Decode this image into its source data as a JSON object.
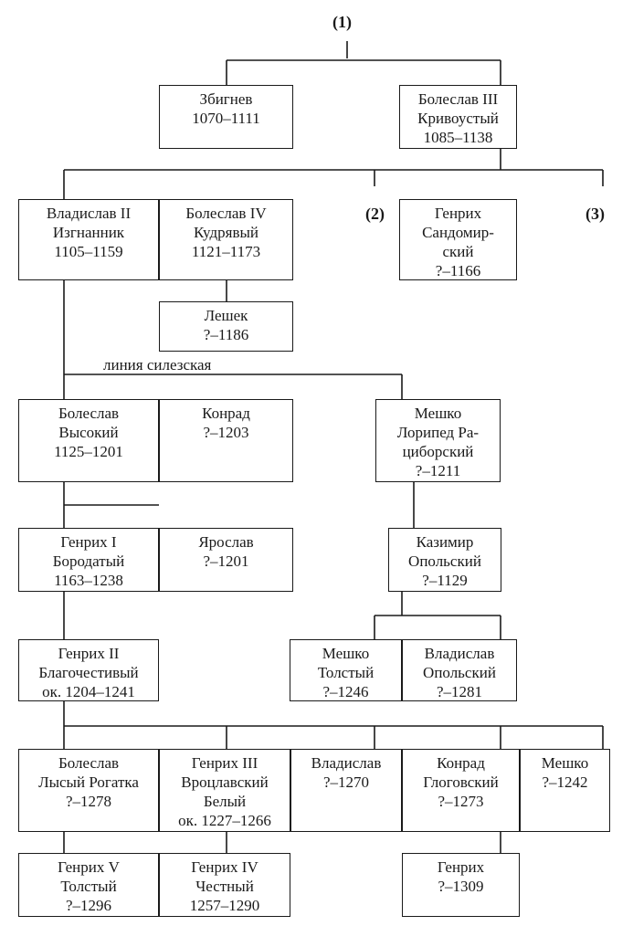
{
  "markers": {
    "m1": "(1)",
    "m2": "(2)",
    "m3": "(3)"
  },
  "line_label": "линия  силезская",
  "nodes": {
    "zbignev": [
      "Збигнев",
      "1070–1111"
    ],
    "boleslaw3": [
      "Болеслав III",
      "Кривоустый",
      "1085–1138"
    ],
    "wladyslaw2": [
      "Владислав II",
      "Изгнанник",
      "1105–1159"
    ],
    "boleslaw4": [
      "Болеслав IV",
      "Кудрявый",
      "1121–1173"
    ],
    "henryk_sand": [
      "Генрих",
      "Сандомир-",
      "ский",
      "?–1166"
    ],
    "leszek": [
      "Лешек",
      "?–1186"
    ],
    "boleslaw_wys": [
      "Болеслав",
      "Высокий",
      "1125–1201"
    ],
    "konrad1": [
      "Конрад",
      "?–1203"
    ],
    "mieszko_lor": [
      "Мешко",
      "Лорипед Ра-",
      "циборский",
      "?–1211"
    ],
    "henryk1": [
      "Генрих I",
      "Бородатый",
      "1163–1238"
    ],
    "jaroslaw": [
      "Ярослав",
      "?–1201"
    ],
    "kazimierz": [
      "Казимир",
      "Опольский",
      "?–1129"
    ],
    "henryk2": [
      "Генрих II",
      "Благочестивый",
      "ок. 1204–1241"
    ],
    "mieszko_tol": [
      "Мешко",
      "Толстый",
      "?–1246"
    ],
    "wladyslaw_op": [
      "Владислав",
      "Опольский",
      "?–1281"
    ],
    "boleslaw_lys": [
      "Болеслав",
      "Лысый Рогатка",
      "?–1278"
    ],
    "henryk3": [
      "Генрих III",
      "Вроцлавский",
      "Белый",
      "ок. 1227–1266"
    ],
    "wladyslaw3": [
      "Владислав",
      "?–1270"
    ],
    "konrad_glog": [
      "Конрад",
      "Глоговский",
      "?–1273"
    ],
    "mieszko2": [
      "Мешко",
      "?–1242"
    ],
    "henryk5": [
      "Генрих V",
      "Толстый",
      "?–1296"
    ],
    "henryk4": [
      "Генрих IV",
      "Честный",
      "1257–1290"
    ],
    "henryk_last": [
      "Генрих",
      "?–1309"
    ]
  }
}
